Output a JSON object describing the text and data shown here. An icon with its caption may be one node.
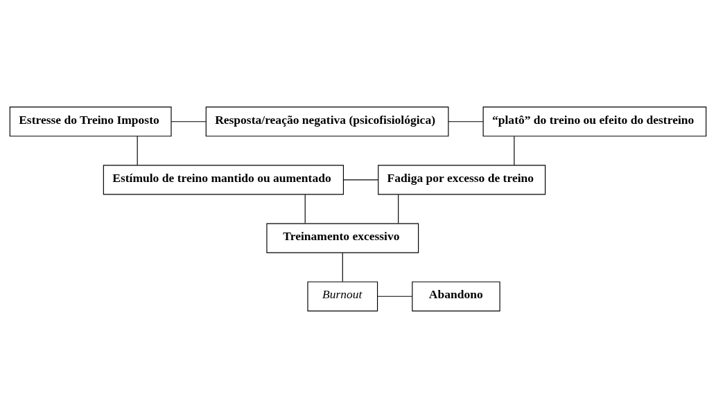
{
  "diagram": {
    "nodes": [
      {
        "text": [
          "Estresse do Treino Imposto"
        ]
      },
      {
        "text": [
          "Resposta/reação negativa (psicofisiológica)"
        ]
      },
      {
        "text": [
          "“platô” do treino ou efeito do destreino"
        ]
      },
      {
        "text": [
          "Estímulo de treino mantido ou aumentado"
        ]
      },
      {
        "text": [
          "Fadiga por excesso de treino"
        ]
      },
      {
        "text": [
          "Treinamento excessivo"
        ]
      },
      {
        "text": [
          "Burnout"
        ]
      },
      {
        "text": [
          "Abandono"
        ]
      }
    ],
    "edges": [
      {
        "from": 0,
        "to": 1,
        "arrow": "none"
      },
      {
        "from": 1,
        "to": 2,
        "arrow": "none"
      },
      {
        "from": 0,
        "to": 3,
        "arrow": "none"
      },
      {
        "from": 3,
        "to": 4,
        "arrow": "none"
      },
      {
        "from": 4,
        "to": 2,
        "arrow": "none"
      },
      {
        "from": 3,
        "to": 5,
        "arrow": "none"
      },
      {
        "from": 4,
        "to": 5,
        "arrow": "none"
      },
      {
        "from": 5,
        "to": 6,
        "arrow": "none"
      },
      {
        "from": 6,
        "to": 7,
        "arrow": "none"
      }
    ]
  }
}
